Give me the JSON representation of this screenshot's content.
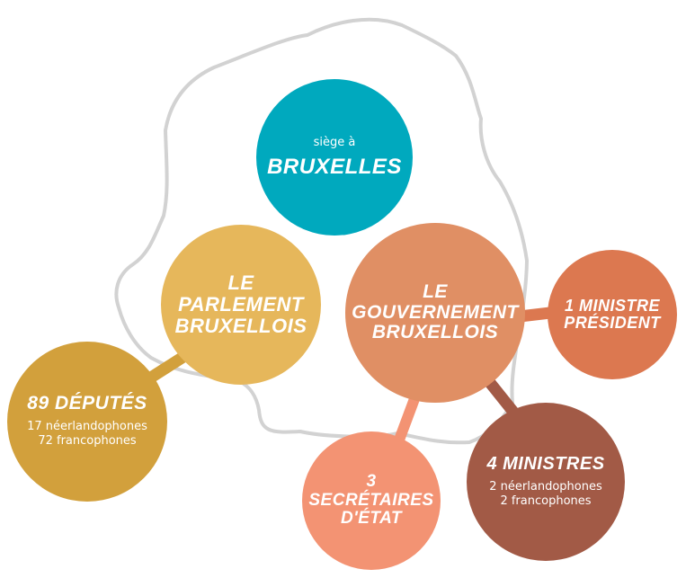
{
  "colors": {
    "outline": "#d2d2d2",
    "bruxelles": "#00a9be",
    "parlement": "#e6b75b",
    "gouvernement": "#e08f64",
    "ministre_president": "#dc7850",
    "deputes": "#d2a03c",
    "ministres": "#a25a46",
    "secretaires": "#f39373",
    "link_parlement": "#d2a03c",
    "link_mp": "#dc7850",
    "link_ministres": "#a25a46",
    "link_secretaires": "#f39373"
  },
  "bruxelles": {
    "pre": "siège à",
    "title": "BRUXELLES"
  },
  "parlement": {
    "lines": [
      "LE",
      "PARLEMENT",
      "BRUXELLOIS"
    ]
  },
  "gouvernement": {
    "lines": [
      "LE",
      "GOUVERNEMENT",
      "BRUXELLOIS"
    ]
  },
  "ministre_president": {
    "lines": [
      "1 MINISTRE",
      "PRÉSIDENT"
    ]
  },
  "deputes": {
    "title": "89 DÉPUTÉS",
    "details": [
      "17 néerlandophones",
      "72 francophones"
    ]
  },
  "ministres": {
    "title": "4 MINISTRES",
    "details": [
      "2 néerlandophones",
      "2 francophones"
    ]
  },
  "secretaires": {
    "lines": [
      "3 SECRÉTAIRES",
      "D'ÉTAT"
    ]
  }
}
